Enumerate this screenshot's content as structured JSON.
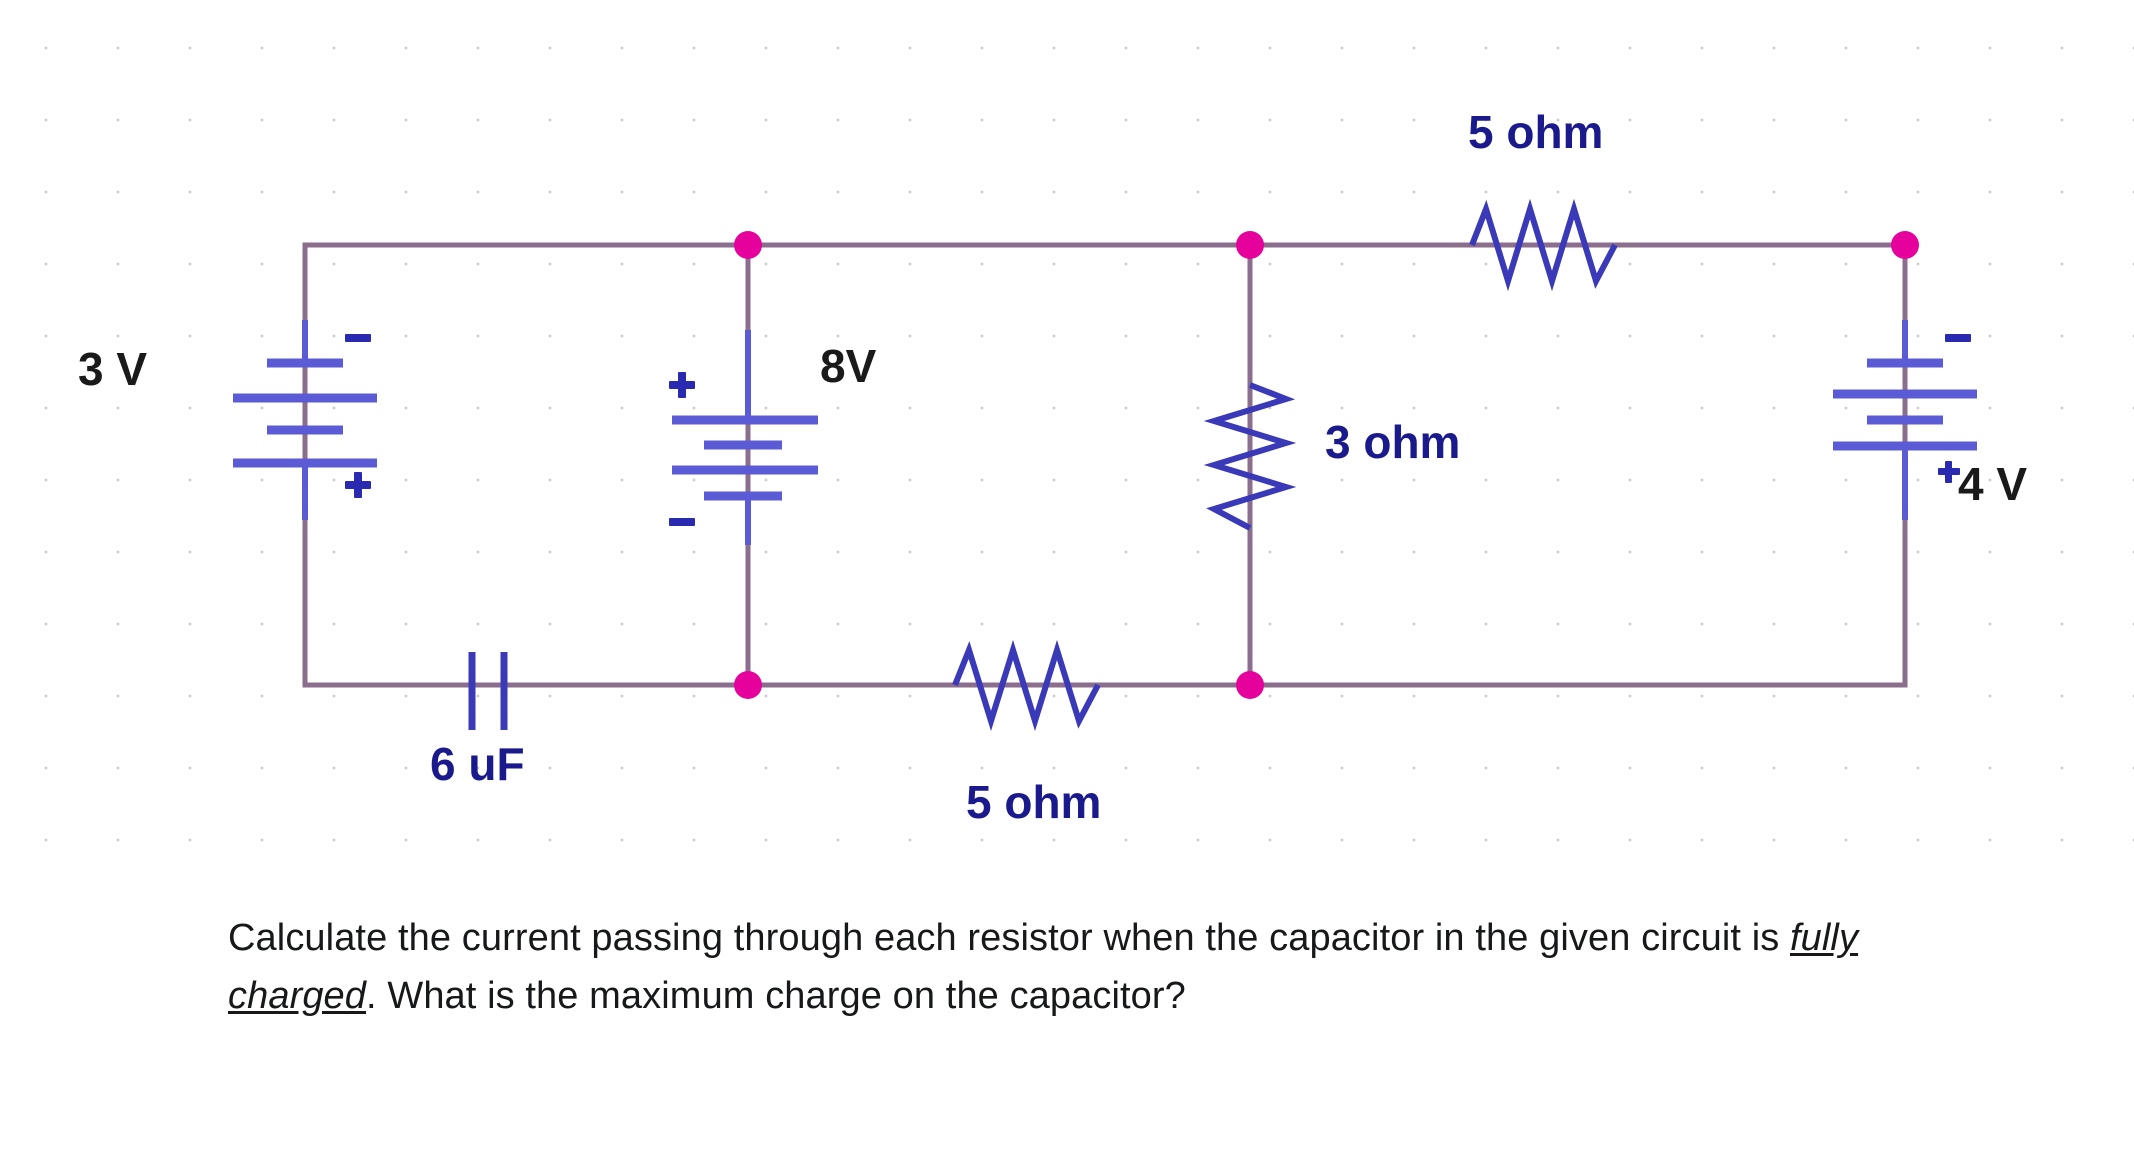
{
  "figure": {
    "type": "circuit-schematic",
    "background": "#ffffff",
    "grid": "dotted",
    "wire_color": "#8b6d8e",
    "component_color": "#5b5bd6",
    "node_color": "#e6009c",
    "label_color": "#1a1a8c",
    "voltage_label_color": "#1a1a1a"
  },
  "labels": {
    "source_left": "3 V",
    "source_middle": "8V",
    "source_right": "4 V",
    "resistor_top": "5 ohm",
    "resistor_middle": "3 ohm",
    "resistor_bottom": "5 ohm",
    "capacitor": "6 uF",
    "polarity_plus": "+",
    "polarity_minus": "-"
  },
  "caption": {
    "part1": "Calculate the current passing through each resistor when the capacitor in the given circuit is ",
    "emphasis": "fully charged",
    "part2": ". What is the maximum charge on the capacitor?"
  },
  "chart_data": {
    "type": "diagram",
    "title": "",
    "components": [
      {
        "id": "V1",
        "kind": "battery",
        "label": "3 V",
        "value": 3,
        "unit": "V",
        "orientation": "vertical",
        "plus": "bottom",
        "minus": "top"
      },
      {
        "id": "V2",
        "kind": "battery",
        "label": "8V",
        "value": 8,
        "unit": "V",
        "orientation": "vertical",
        "plus": "top",
        "minus": "bottom"
      },
      {
        "id": "V3",
        "kind": "battery",
        "label": "4 V",
        "value": 4,
        "unit": "V",
        "orientation": "vertical",
        "plus": "bottom",
        "minus": "top"
      },
      {
        "id": "R1",
        "kind": "resistor",
        "label": "5 ohm",
        "value": 5,
        "unit": "ohm",
        "orientation": "horizontal",
        "position": "top-right"
      },
      {
        "id": "R2",
        "kind": "resistor",
        "label": "3 ohm",
        "value": 3,
        "unit": "ohm",
        "orientation": "vertical",
        "position": "middle"
      },
      {
        "id": "R3",
        "kind": "resistor",
        "label": "5 ohm",
        "value": 5,
        "unit": "ohm",
        "orientation": "horizontal",
        "position": "bottom-middle"
      },
      {
        "id": "C1",
        "kind": "capacitor",
        "label": "6 uF",
        "value": 6,
        "unit": "uF",
        "orientation": "horizontal",
        "position": "bottom-left"
      }
    ],
    "nodes": [
      "top-middle",
      "top-right-mid",
      "top-far-right",
      "bottom-middle",
      "bottom-right-mid"
    ]
  }
}
